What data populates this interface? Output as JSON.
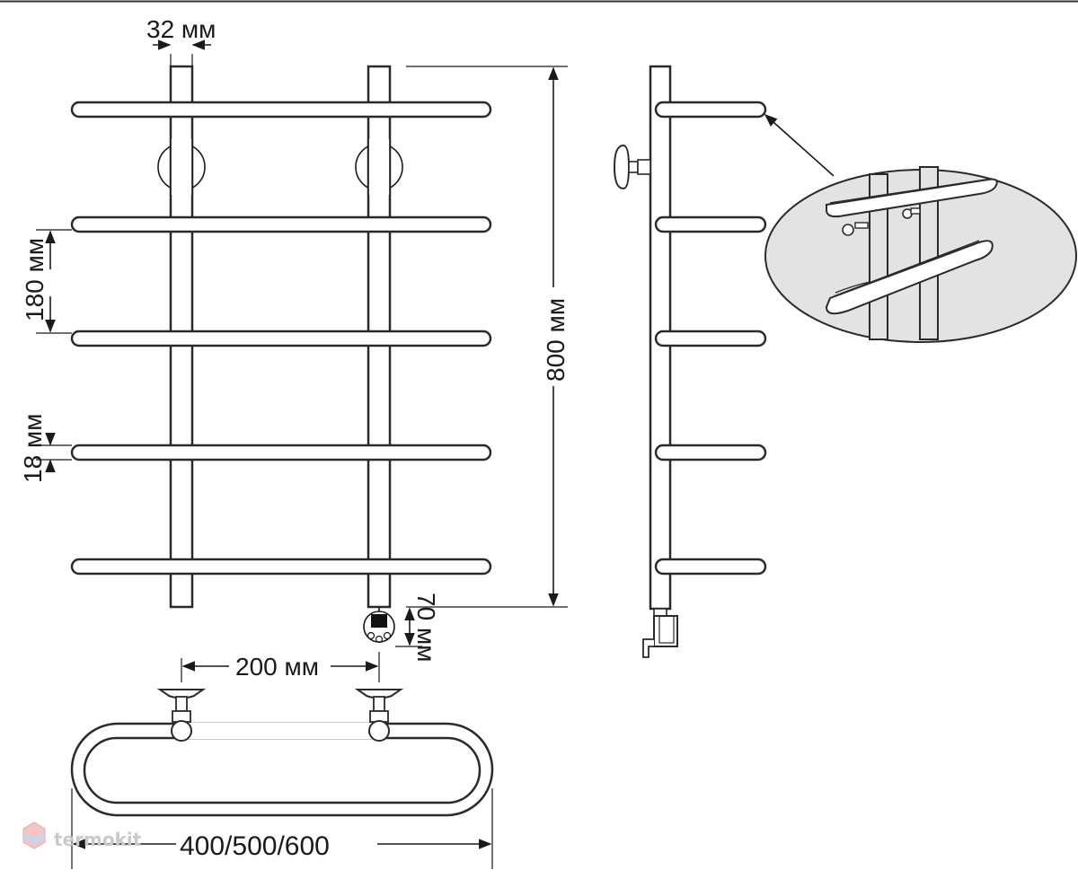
{
  "dimensions": {
    "pipe_diameter": "32 мм",
    "rung_spacing": "180 мм",
    "rung_diameter": "18 мм",
    "height": "800 мм",
    "heater_offset": "70 мм",
    "mount_spacing": "200 мм",
    "width_options": "400/500/600"
  },
  "watermark": {
    "text": "termokit"
  },
  "colors": {
    "stroke": "#2a2a2a",
    "background": "#ffffff",
    "detail_fill": "#e3e3e3"
  }
}
